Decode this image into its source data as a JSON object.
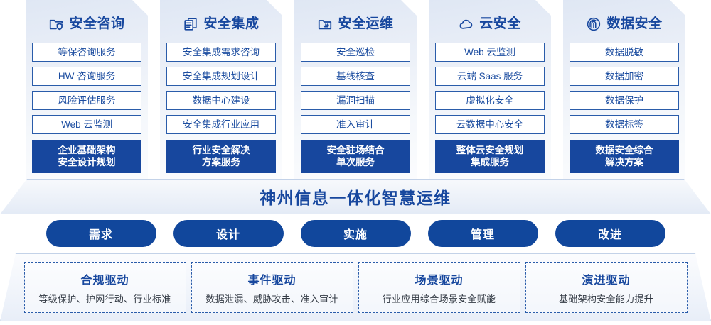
{
  "pillars": [
    {
      "icon": "folder-shield-icon",
      "title": "安全咨询",
      "items": [
        "等保咨询服务",
        "HW 咨询服务",
        "风险评估服务",
        "Web 云监测"
      ],
      "summary_line1": "企业基础架构",
      "summary_line2": "安全设计规划"
    },
    {
      "icon": "documents-copy-icon",
      "title": "安全集成",
      "items": [
        "安全集成需求咨询",
        "安全集成规划设计",
        "数据中心建设",
        "安全集成行业应用"
      ],
      "summary_line1": "行业安全解决",
      "summary_line2": "方案服务"
    },
    {
      "icon": "pie-chart-folder-icon",
      "title": "安全运维",
      "items": [
        "安全巡检",
        "基线核查",
        "漏洞扫描",
        "准入审计"
      ],
      "summary_line1": "安全驻场结合",
      "summary_line2": "单次服务"
    },
    {
      "icon": "cloud-icon",
      "title": "云安全",
      "items": [
        "Web 云监测",
        "云端 Saas 服务",
        "虚拟化安全",
        "云数据中心安全"
      ],
      "summary_line1": "整体云安全规划",
      "summary_line2": "集成服务"
    },
    {
      "icon": "fingerprint-icon",
      "title": "数据安全",
      "items": [
        "数据脱敏",
        "数据加密",
        "数据保护",
        "数据标签"
      ],
      "summary_line1": "数据安全综合",
      "summary_line2": "解决方案"
    }
  ],
  "banner": {
    "text": "神州信息一体化智慧运维"
  },
  "stages": [
    {
      "label": "需求"
    },
    {
      "label": "设计"
    },
    {
      "label": "实施"
    },
    {
      "label": "管理"
    },
    {
      "label": "改进"
    }
  ],
  "drivers": [
    {
      "title": "合规驱动",
      "desc": "等级保护、护网行动、行业标准"
    },
    {
      "title": "事件驱动",
      "desc": "数据泄漏、威胁攻击、准入审计"
    },
    {
      "title": "场景驱动",
      "desc": "行业应用综合场景安全赋能"
    },
    {
      "title": "演进驱动",
      "desc": "基础架构安全能力提升"
    }
  ],
  "colors": {
    "brand_blue": "#17479e",
    "item_border": "#2a5caa",
    "pill_blue": "#11479c",
    "card_gradient_top": "#dfe7f4",
    "card_gradient_bottom": "#fbfcfe",
    "text_dark": "#333a44"
  }
}
